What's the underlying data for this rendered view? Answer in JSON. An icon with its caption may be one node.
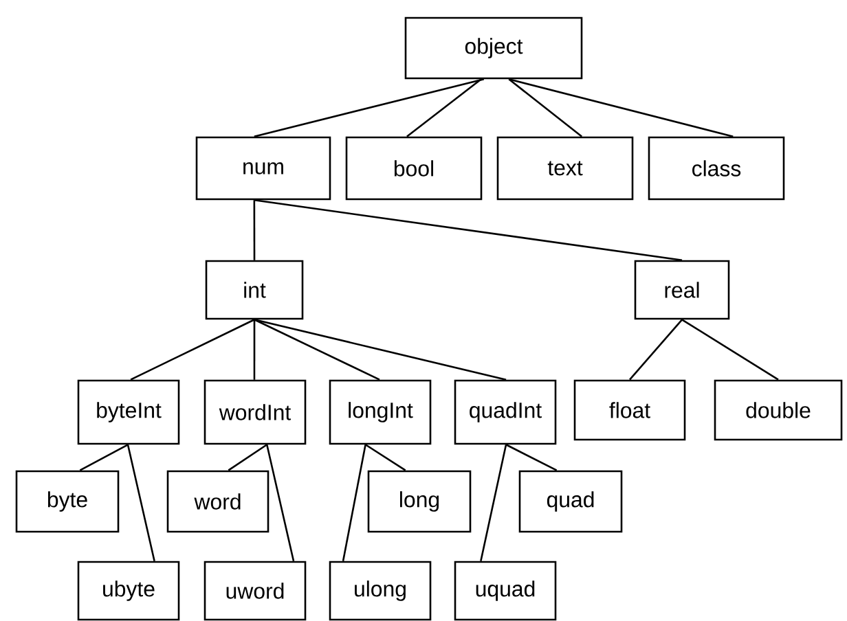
{
  "diagram": {
    "nodes": [
      {
        "text": [
          "object"
        ]
      },
      {
        "text": [
          "num"
        ]
      },
      {
        "text": [
          "bool"
        ]
      },
      {
        "text": [
          "text"
        ]
      },
      {
        "text": [
          "class"
        ]
      },
      {
        "text": [
          "int"
        ]
      },
      {
        "text": [
          "real"
        ]
      },
      {
        "text": [
          "byteInt"
        ]
      },
      {
        "text": [
          "wordInt"
        ]
      },
      {
        "text": [
          "longInt"
        ]
      },
      {
        "text": [
          "quadInt"
        ]
      },
      {
        "text": [
          "float"
        ]
      },
      {
        "text": [
          "double"
        ]
      },
      {
        "text": [
          "byte"
        ]
      },
      {
        "text": [
          "word"
        ]
      },
      {
        "text": [
          "long"
        ]
      },
      {
        "text": [
          "quad"
        ]
      },
      {
        "text": [
          "ubyte"
        ]
      },
      {
        "text": [
          "uword"
        ]
      },
      {
        "text": [
          "ulong"
        ]
      },
      {
        "text": [
          "uquad"
        ]
      }
    ],
    "edges": [
      {
        "from": 0,
        "to": 1,
        "arrow": "none"
      },
      {
        "from": 0,
        "to": 2,
        "arrow": "none"
      },
      {
        "from": 0,
        "to": 3,
        "arrow": "none"
      },
      {
        "from": 0,
        "to": 4,
        "arrow": "none"
      },
      {
        "from": 1,
        "to": 5,
        "arrow": "none"
      },
      {
        "from": 1,
        "to": 6,
        "arrow": "none"
      },
      {
        "from": 5,
        "to": 7,
        "arrow": "none"
      },
      {
        "from": 5,
        "to": 8,
        "arrow": "none"
      },
      {
        "from": 5,
        "to": 9,
        "arrow": "none"
      },
      {
        "from": 5,
        "to": 10,
        "arrow": "none"
      },
      {
        "from": 6,
        "to": 11,
        "arrow": "none"
      },
      {
        "from": 6,
        "to": 12,
        "arrow": "none"
      },
      {
        "from": 7,
        "to": 13,
        "arrow": "none"
      },
      {
        "from": 7,
        "to": 17,
        "arrow": "none"
      },
      {
        "from": 8,
        "to": 14,
        "arrow": "none"
      },
      {
        "from": 8,
        "to": 18,
        "arrow": "none"
      },
      {
        "from": 9,
        "to": 15,
        "arrow": "none"
      },
      {
        "from": 9,
        "to": 19,
        "arrow": "none"
      },
      {
        "from": 10,
        "to": 16,
        "arrow": "none"
      },
      {
        "from": 10,
        "to": 20,
        "arrow": "none"
      }
    ]
  }
}
